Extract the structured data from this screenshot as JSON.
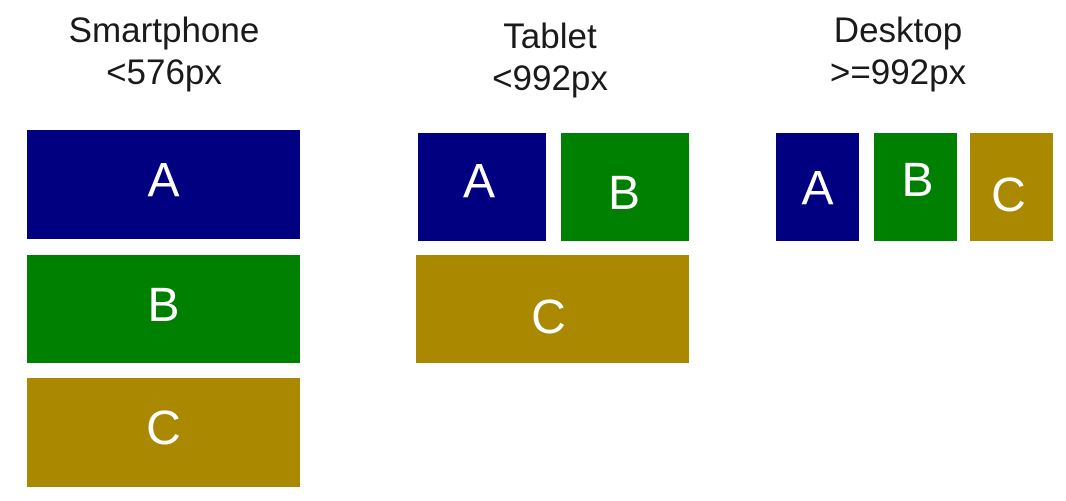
{
  "colors": {
    "a": "#000080",
    "b": "#008000",
    "c": "#aa8800"
  },
  "layouts": {
    "smartphone": {
      "name": "Smartphone",
      "breakpoint": "<576px",
      "boxes": [
        "A",
        "B",
        "C"
      ]
    },
    "tablet": {
      "name": "Tablet",
      "breakpoint": "<992px",
      "boxes": [
        "A",
        "B",
        "C"
      ]
    },
    "desktop": {
      "name": "Desktop",
      "breakpoint": ">=992px",
      "boxes": [
        "A",
        "B",
        "C"
      ]
    }
  }
}
